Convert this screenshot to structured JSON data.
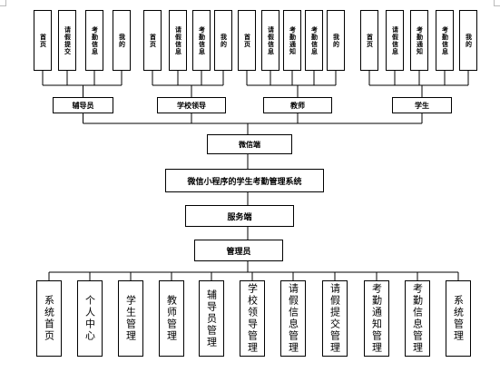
{
  "groups": [
    {
      "role": "辅导员",
      "items": [
        "首页",
        "请假提交",
        "考勤信息",
        "我的"
      ]
    },
    {
      "role": "学校领导",
      "items": [
        "首页",
        "请假信息",
        "考勤信息",
        "我的"
      ]
    },
    {
      "role": "教师",
      "items": [
        "首页",
        "请假信息",
        "考勤通知",
        "考勤信息",
        "我的"
      ]
    },
    {
      "role": "学生",
      "items": [
        "首页",
        "请假信息",
        "考勤通知",
        "考勤信息",
        "我的"
      ]
    }
  ],
  "chain": [
    "微信端",
    "微信小程序的学生考勤管理系统",
    "服务端",
    "管理员"
  ],
  "admin_items": [
    "系统首页",
    "个人中心",
    "学生管理",
    "教师管理",
    "辅导员管理",
    "学校领导管理",
    "请假信息管理",
    "请假提交管理",
    "考勤通知管理",
    "考勤信息管理",
    "系统管理"
  ]
}
